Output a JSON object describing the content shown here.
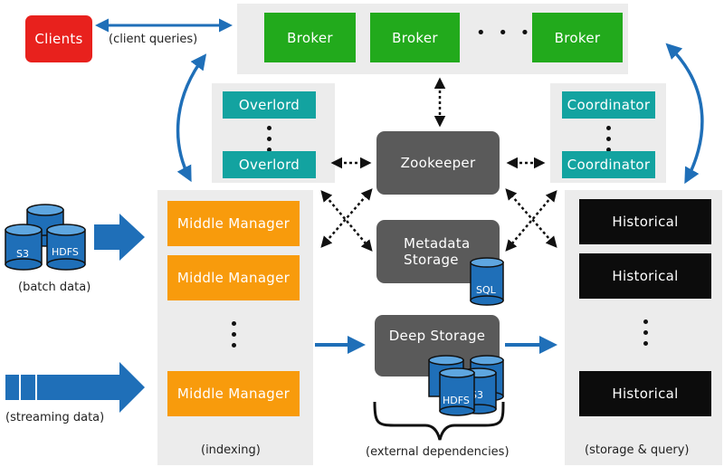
{
  "clients": "Clients",
  "client_queries": "(client queries)",
  "brokers": [
    "Broker",
    "Broker",
    "Broker"
  ],
  "broker_ellipsis": "• • •",
  "overlords": [
    "Overlord",
    "Overlord"
  ],
  "coordinators": [
    "Coordinator",
    "Coordinator"
  ],
  "zookeeper": "Zookeeper",
  "metadata_storage": [
    "Metadata",
    "Storage"
  ],
  "sql": "SQL",
  "deep_storage": "Deep Storage",
  "deep_hdfs": "HDFS",
  "deep_s3": "S3",
  "middle_managers": [
    "Middle Manager",
    "Middle Manager",
    "Middle Manager"
  ],
  "historicals": [
    "Historical",
    "Historical",
    "Historical"
  ],
  "batch": {
    "s3": "S3",
    "hdfs": "HDFS",
    "label": "(batch data)"
  },
  "streaming_label": "(streaming data)",
  "indexing_label": "(indexing)",
  "external_label": "(external dependencies)",
  "storage_query_label": "(storage & query)",
  "colors": {
    "broker": "#22aa1c",
    "overlord": "#13a3a0",
    "middle_manager": "#f89b0c",
    "historical": "#0c0c0c",
    "external": "#5a5a5a",
    "clients": "#e8211d",
    "arrow": "#1f6fb8"
  }
}
